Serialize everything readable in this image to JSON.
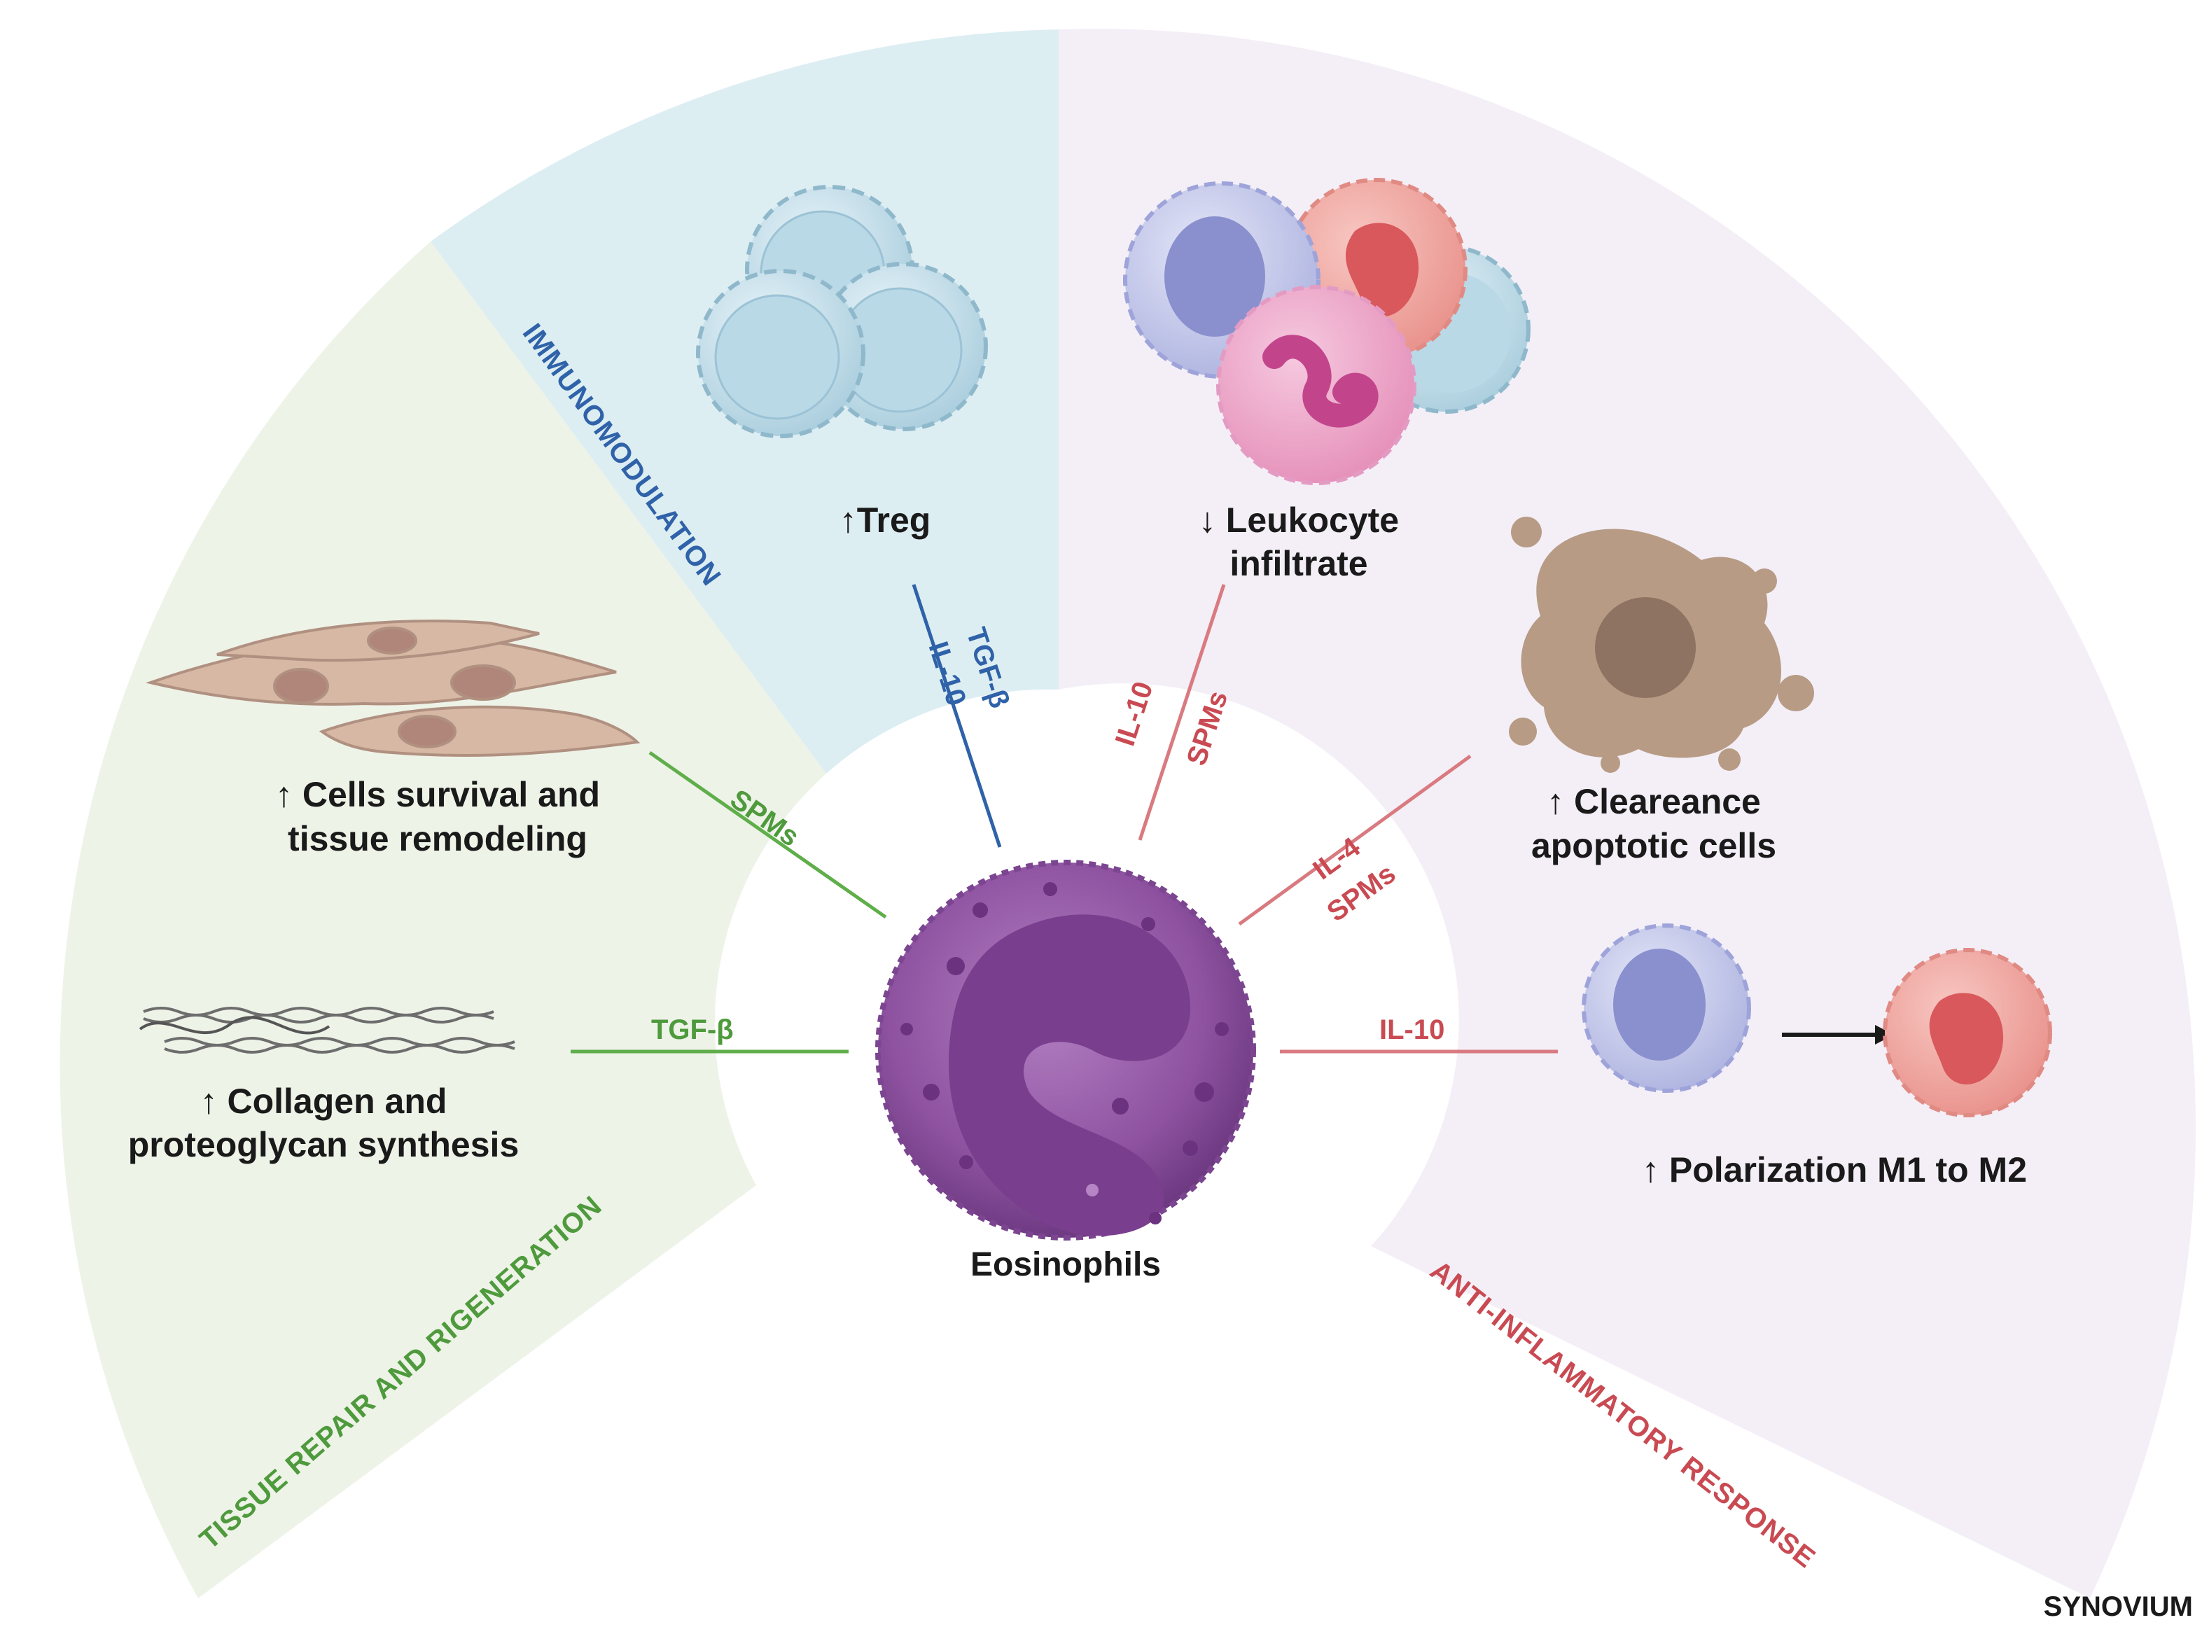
{
  "colors": {
    "tissue_bg": "#EEF3E8",
    "immuno_bg": "#DDEEF3",
    "anti_bg": "#F4EFF7",
    "green": "#4E9A3C",
    "blue": "#2F62A8",
    "red": "#C94A52",
    "eosinophil": "#8B4A9C",
    "text": "#1a1a1a"
  },
  "sectors": {
    "tissue": "TISSUE REPAIR AND RIGENERATION",
    "immuno": "IMMUNOMODULATION",
    "anti": "ANTI-INFLAMMATORY RESPONSE"
  },
  "center": {
    "label": "Eosinophils",
    "icon": "eosinophil-icon"
  },
  "effects": {
    "treg": {
      "label": "↑Treg",
      "icon": "treg-cells-icon"
    },
    "leukocyte": {
      "line1": "↓ Leukocyte",
      "line2": "infiltrate",
      "icon": "leukocyte-cluster-icon"
    },
    "clearance": {
      "line1": "↑ Cleareance",
      "line2": "apoptotic cells",
      "icon": "apoptotic-cell-icon"
    },
    "polarization": {
      "label": "↑ Polarization M1 to M2",
      "icon": "macrophage-polarization-icon"
    },
    "survival": {
      "line1": "↑ Cells survival and",
      "line2": "tissue remodeling",
      "icon": "fibroblast-cells-icon"
    },
    "collagen": {
      "line1": "↑ Collagen and",
      "line2": "proteoglycan synthesis",
      "icon": "collagen-fibers-icon"
    }
  },
  "mediators": {
    "treg_tgf": "TGF-β",
    "treg_il10": "IL-10",
    "leuk_il10": "IL-10",
    "leuk_spms": "SPMs",
    "clear_il4": "IL-4",
    "clear_spms": "SPMs",
    "polar_il10": "IL-10",
    "survival_spms": "SPMs",
    "collagen_tgf": "TGF-β"
  },
  "footer": "SYNOVIUM"
}
